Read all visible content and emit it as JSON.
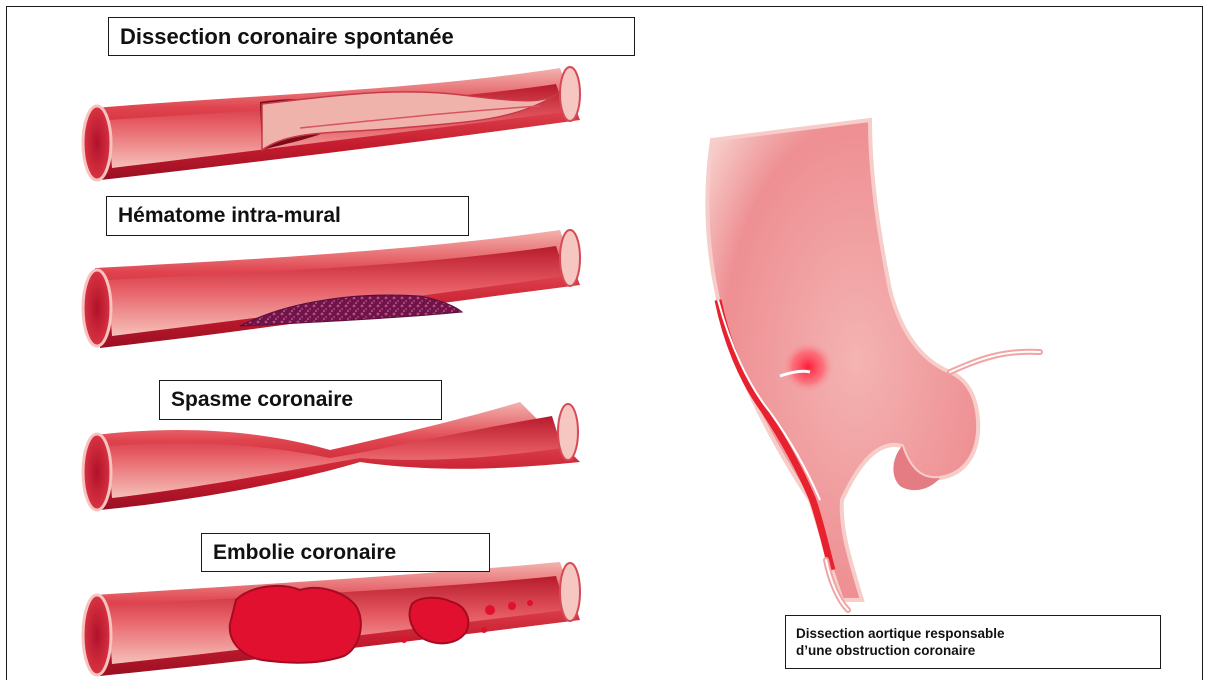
{
  "panels": [
    {
      "id": "dissection",
      "label": "Dissection coronaire spontanée"
    },
    {
      "id": "hematome",
      "label": "Hématome intra-mural"
    },
    {
      "id": "spasme",
      "label": "Spasme coronaire"
    },
    {
      "id": "embolie",
      "label": "Embolie coronaire"
    }
  ],
  "aortic": {
    "caption_line1": "Dissection aortique responsable",
    "caption_line2": "d’une obstruction coronaire"
  },
  "colors": {
    "vessel_wall": "#d9283a",
    "vessel_lumen": "#f0a7a7",
    "vessel_inner_light": "#f7c7c2",
    "vessel_dark": "#8e0a1c",
    "hematoma": "#7a1d55",
    "clot": "#e0102e",
    "aorta_body": "#f2a0a4",
    "aorta_false_lumen": "#e8212f"
  }
}
